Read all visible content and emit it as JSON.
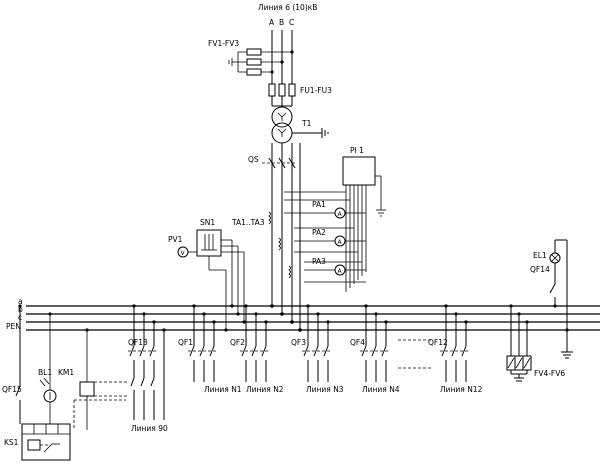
{
  "labels": {
    "line_supply": "Линия 6 (10)кВ",
    "phase_a": "A",
    "phase_b": "B",
    "phase_c": "C",
    "fv1_fv3": "FV1-FV3",
    "fu1_fu3": "FU1-FU3",
    "t1": "T1",
    "qs": "QS",
    "pi1": "PI 1",
    "pa1": "PA1",
    "pa2": "PA2",
    "pa3": "PA3",
    "ta1_ta3": "TA1..TA3",
    "sn1": "SN1",
    "pv1": "PV1",
    "el1": "EL1",
    "qf14": "QF14",
    "bus_a": "a",
    "bus_b": "b",
    "bus_c": "c",
    "bus_pen": "PEN",
    "qf13": "QF13",
    "qf15": "QF15",
    "bl1": "BL1",
    "km1": "KM1",
    "ks1": "KS1",
    "qf1": "QF1",
    "qf2": "QF2",
    "qf3": "QF3",
    "qf4": "QF4",
    "qf12": "QF12",
    "fv4_fv6": "FV4-FV6",
    "line_n1": "Линия N1",
    "line_n2": "Линия N2",
    "line_n3": "Линия N3",
    "line_n4": "Линия N4",
    "line_n12": "Линия N12",
    "line_90": "Линия 90",
    "meter_a": "A",
    "meter_v": "V"
  }
}
